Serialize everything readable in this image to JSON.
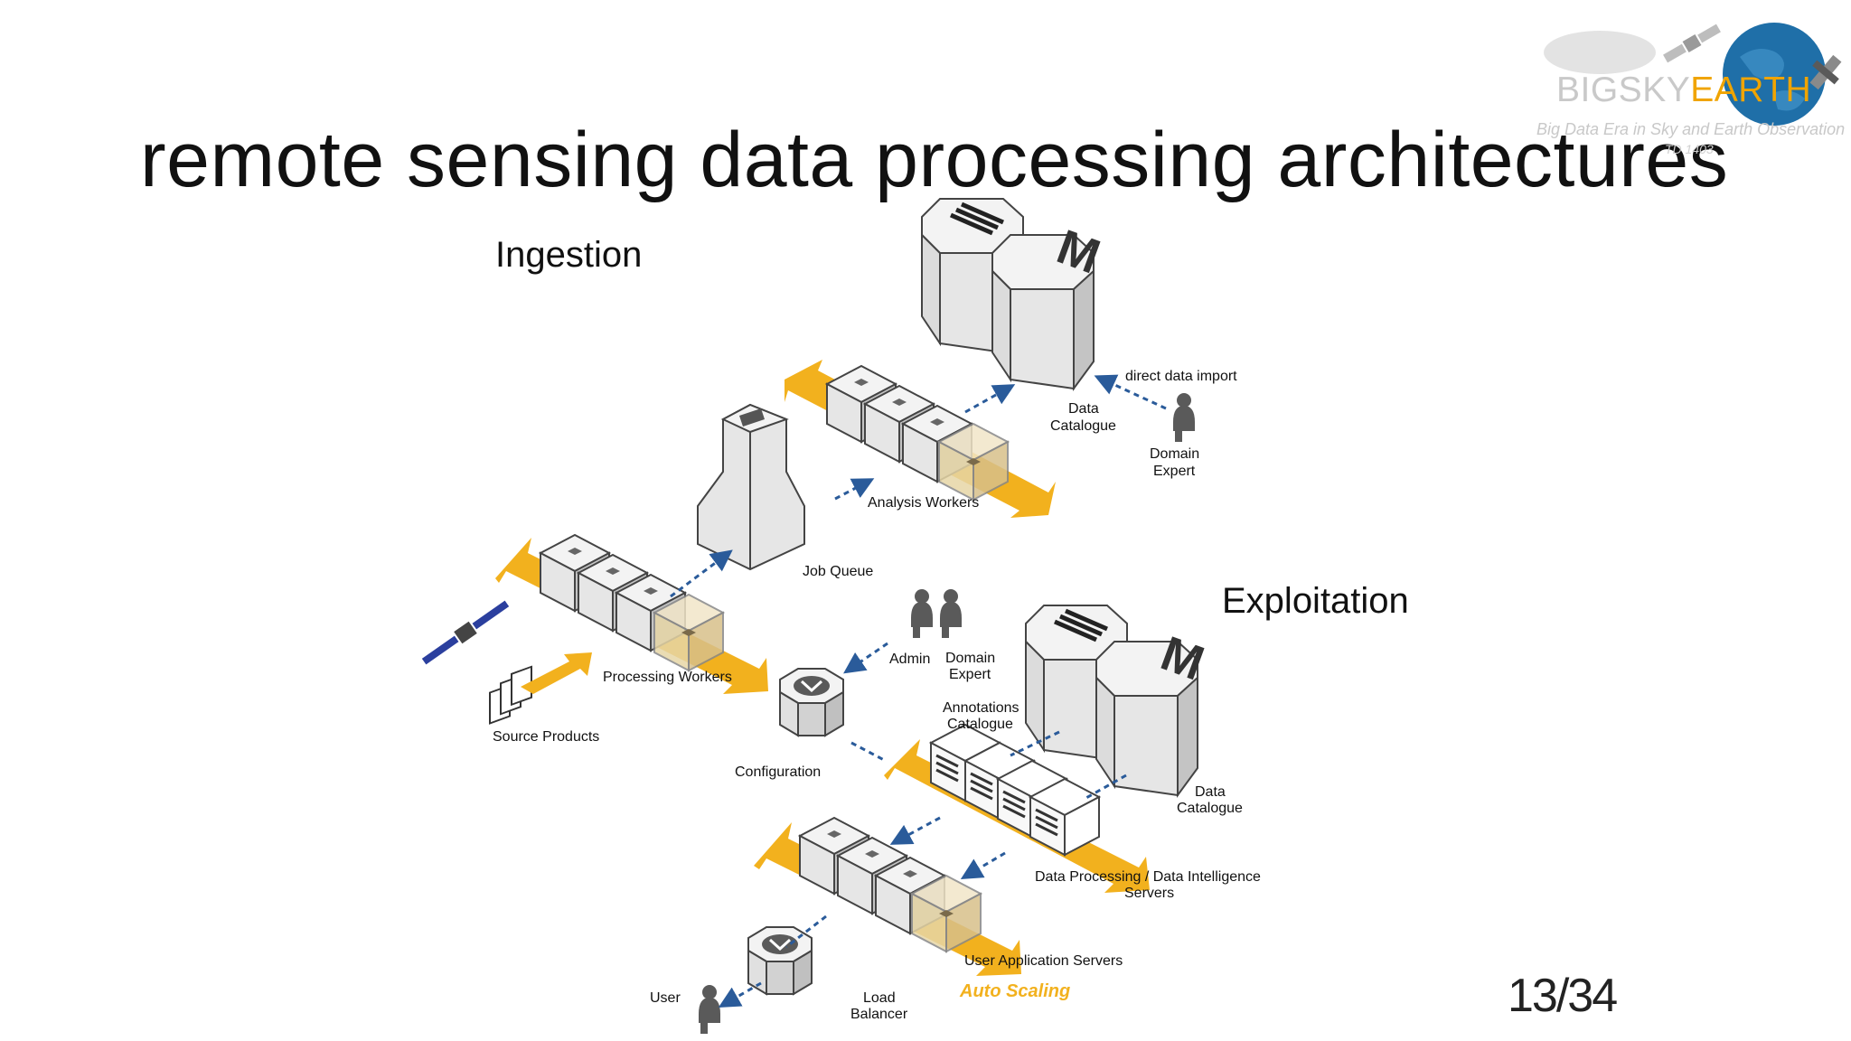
{
  "title": "remote sensing data processing architectures",
  "logo": {
    "prefix": "BIGSKY",
    "suffix": "EARTH",
    "tagline": "Big Data Era in Sky and Earth Observation",
    "tagline2": "TD 1403",
    "colors": {
      "prefix": "#c9c9c9",
      "suffix": "#f0a400",
      "globe": "#1f6fa8"
    }
  },
  "sections": {
    "ingestion": "Ingestion",
    "exploitation": "Exploitation"
  },
  "page": "13/34",
  "labels": {
    "direct_data_import": "direct data import",
    "data_catalogue_top_1": "Data",
    "data_catalogue_top_2": "Catalogue",
    "domain_expert_top_1": "Domain",
    "domain_expert_top_2": "Expert",
    "analysis_workers": "Analysis Workers",
    "job_queue": "Job Queue",
    "processing_workers": "Processing Workers",
    "source_products": "Source Products",
    "admin": "Admin",
    "domain_expert_mid_1": "Domain",
    "domain_expert_mid_2": "Expert",
    "annotations_1": "Annotations",
    "annotations_2": "Catalogue",
    "configuration": "Configuration",
    "data_catalogue_bot_1": "Data",
    "data_catalogue_bot_2": "Catalogue",
    "dp_servers_1": "Data Processing / Data Intelligence",
    "dp_servers_2": "Servers",
    "user_app_servers": "User Application Servers",
    "auto_scaling": "Auto Scaling",
    "user": "User",
    "load_balancer_1": "Load",
    "load_balancer_2": "Balancer"
  },
  "colors": {
    "arrow": "#f2b11e",
    "connector": "#2a5b9a",
    "box_face": "#e6e6e6",
    "box_side": "#c4c4c4",
    "box_top": "#f3f3f3",
    "highlight": "#d8c08a"
  }
}
